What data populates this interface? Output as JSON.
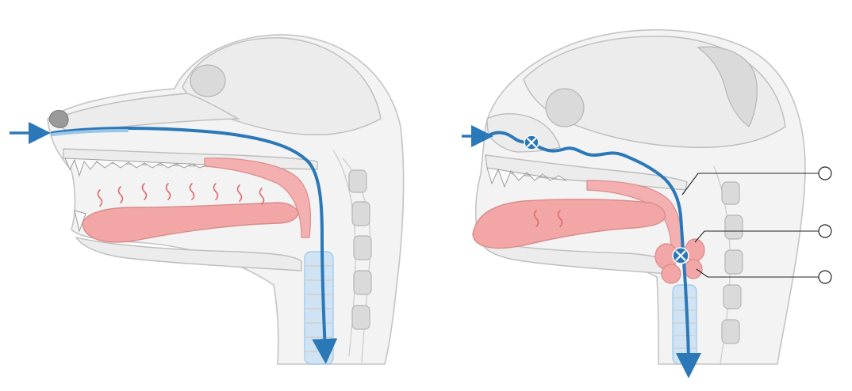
{
  "colors": {
    "airflow": "#2b78b8",
    "airflow_light": "#9cc6e6",
    "tissue": "#f2a6a6",
    "tissue_dark": "#e08f8f",
    "heat": "#e06a6a",
    "bone": "#ececec",
    "trachea": "#cfe3f4",
    "obstruction_marker": "#2b78b8"
  },
  "panels": [
    {
      "id": "left",
      "airway": "open",
      "heat_waves_count": 8
    },
    {
      "id": "right",
      "airway": "obstructed",
      "heat_waves_count": 2,
      "obstruction_markers": 2
    }
  ],
  "callouts": [
    {
      "label": ""
    },
    {
      "label": ""
    },
    {
      "label": ""
    }
  ]
}
